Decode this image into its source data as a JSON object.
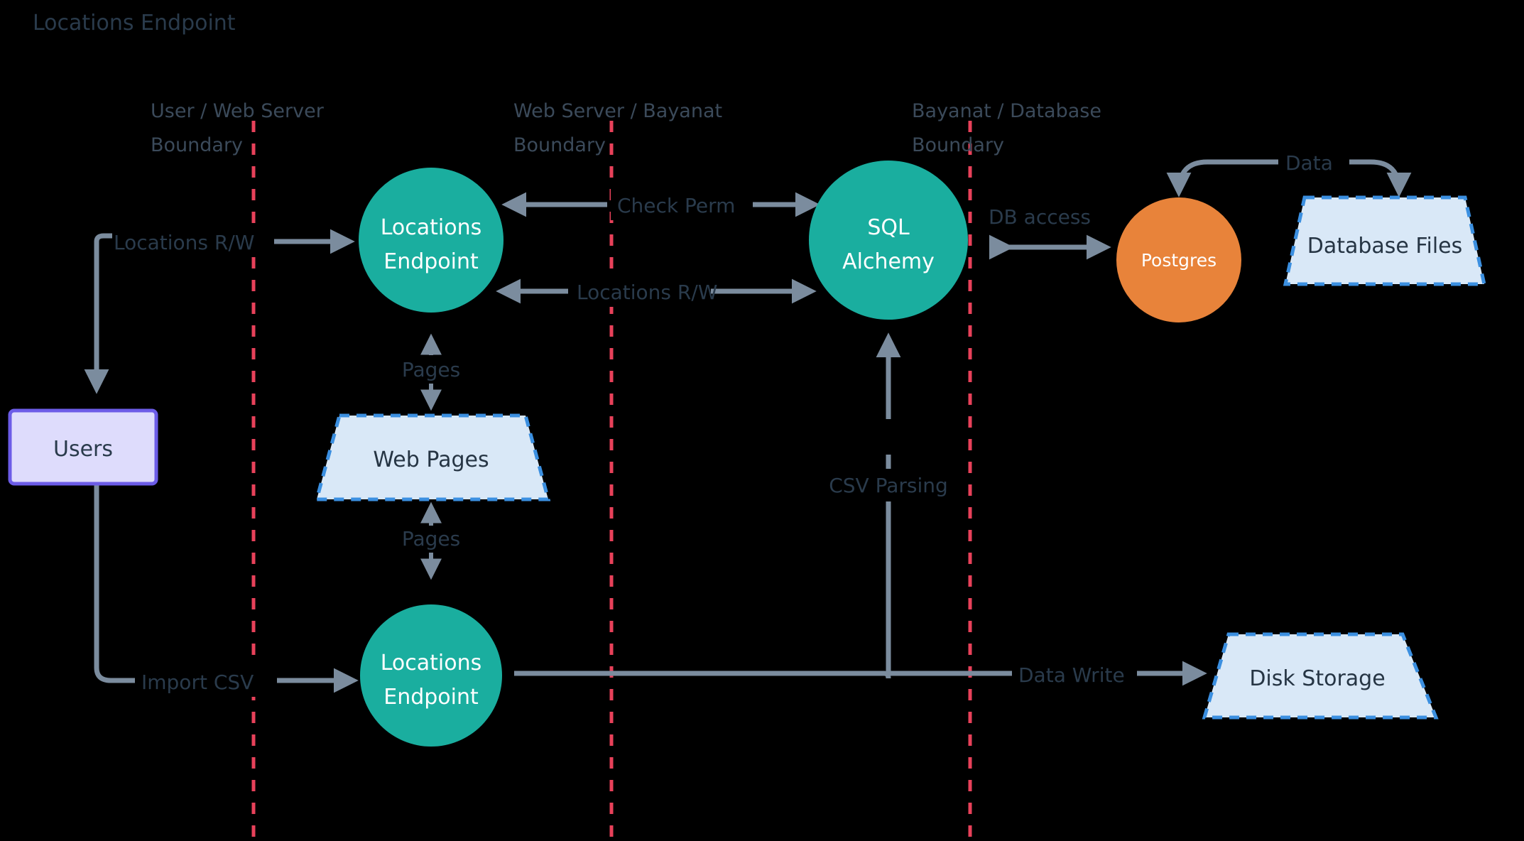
{
  "diagram": {
    "title": "Locations Endpoint",
    "background_color": "#000000",
    "type": "data-flow-diagram",
    "colors": {
      "process_teal": "#1AAE9F",
      "process_orange": "#E8833A",
      "external_entity_fill": "#DEDCFC",
      "external_entity_border": "#6C5CE7",
      "datastore_fill": "#D9E8F7",
      "datastore_border": "#3B8FE0",
      "connector": "#7B8C9E",
      "boundary": "#E8415A",
      "text_dark": "#2A3B4C",
      "text_light": "#FFFFFF"
    }
  },
  "boundaries": [
    {
      "id": "user-web-server",
      "line1": "User / Web Server",
      "line2": "Boundary"
    },
    {
      "id": "web-server-bayanat",
      "line1": "Web Server / Bayanat",
      "line2": "Boundary"
    },
    {
      "id": "bayanat-database",
      "line1": "Bayanat / Database",
      "line2": "Boundary"
    }
  ],
  "nodes": {
    "users": {
      "label": "Users",
      "shape": "rectangle",
      "role": "external-entity"
    },
    "locations_endpoint_top": {
      "line1": "Locations",
      "line2": "Endpoint",
      "shape": "circle",
      "role": "process"
    },
    "locations_endpoint_bottom": {
      "line1": "Locations",
      "line2": "Endpoint",
      "shape": "circle",
      "role": "process"
    },
    "sql_alchemy": {
      "line1": "SQL",
      "line2": "Alchemy",
      "shape": "circle",
      "role": "process"
    },
    "postgres": {
      "label": "Postgres",
      "shape": "circle",
      "role": "process"
    },
    "web_pages": {
      "label": "Web Pages",
      "shape": "trapezoid",
      "role": "data-store"
    },
    "database_files": {
      "label": "Database Files",
      "shape": "trapezoid",
      "role": "data-store"
    },
    "disk_storage": {
      "label": "Disk Storage",
      "shape": "trapezoid",
      "role": "data-store"
    }
  },
  "flows": [
    {
      "id": "users-to-endpoint",
      "label": "Locations R/W",
      "direction": "bidirectional"
    },
    {
      "id": "endpoint-to-sqlalchemy-perm",
      "label": "Check Perm",
      "direction": "bidirectional"
    },
    {
      "id": "endpoint-to-sqlalchemy-rw",
      "label": "Locations R/W",
      "direction": "bidirectional"
    },
    {
      "id": "sqlalchemy-to-postgres",
      "label": "DB access",
      "direction": "bidirectional"
    },
    {
      "id": "postgres-to-dbfiles",
      "label": "Data",
      "direction": "bidirectional"
    },
    {
      "id": "endpoint-to-webpages",
      "label": "Pages",
      "direction": "bidirectional"
    },
    {
      "id": "webpages-to-endpoint-bottom",
      "label": "Pages",
      "direction": "bidirectional"
    },
    {
      "id": "users-import-csv",
      "label": "Import CSV",
      "direction": "forward"
    },
    {
      "id": "csv-parsing",
      "label": "CSV Parsing",
      "direction": "forward"
    },
    {
      "id": "data-write",
      "label": "Data Write",
      "direction": "forward"
    }
  ]
}
